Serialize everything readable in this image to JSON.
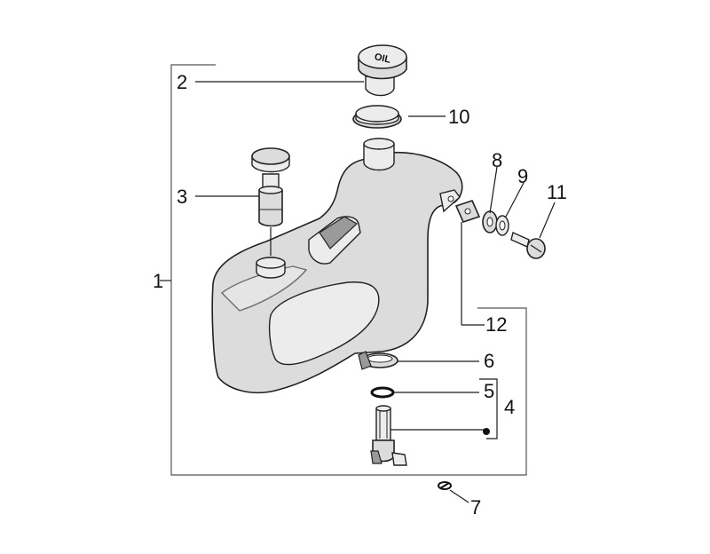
{
  "diagram": {
    "cap_text": "OIL",
    "callouts": {
      "c1": "1",
      "c2": "2",
      "c3": "3",
      "c4": "4",
      "c5": "5",
      "c6": "6",
      "c7": "7",
      "c8": "8",
      "c9": "9",
      "c10": "10",
      "c11": "11",
      "c12": "12"
    }
  }
}
